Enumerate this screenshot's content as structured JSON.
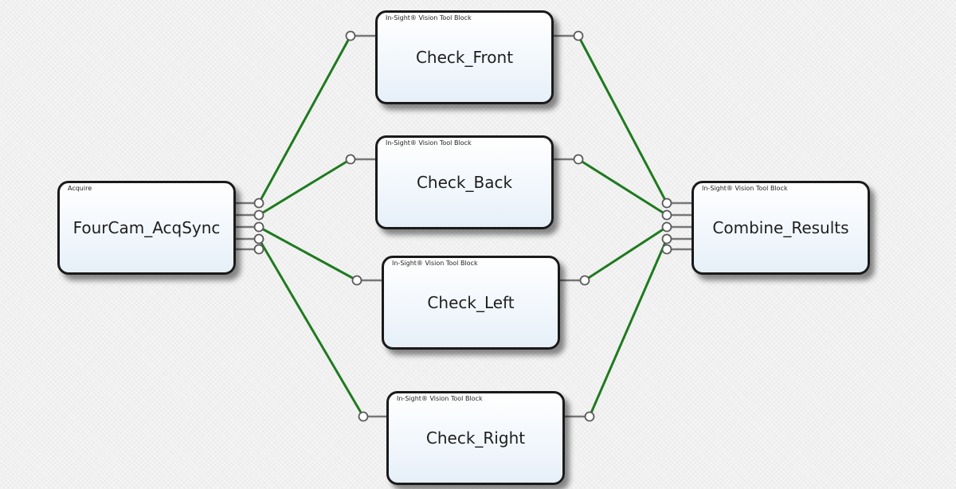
{
  "diagram": {
    "blocks": [
      {
        "id": "acquire",
        "type_label": "Acquire",
        "title": "FourCam_AcqSync"
      },
      {
        "id": "front",
        "type_label": "In-Sight® Vision Tool Block",
        "title": "Check_Front"
      },
      {
        "id": "back",
        "type_label": "In-Sight® Vision Tool Block",
        "title": "Check_Back"
      },
      {
        "id": "left",
        "type_label": "In-Sight® Vision Tool Block",
        "title": "Check_Left"
      },
      {
        "id": "right",
        "type_label": "In-Sight® Vision Tool Block",
        "title": "Check_Right"
      },
      {
        "id": "combine",
        "type_label": "In-Sight® Vision Tool Block",
        "title": "Combine_Results"
      }
    ],
    "connections": [
      {
        "from": "acquire",
        "to": "front"
      },
      {
        "from": "acquire",
        "to": "back"
      },
      {
        "from": "acquire",
        "to": "left"
      },
      {
        "from": "acquire",
        "to": "right"
      },
      {
        "from": "front",
        "to": "combine"
      },
      {
        "from": "back",
        "to": "combine"
      },
      {
        "from": "left",
        "to": "combine"
      },
      {
        "from": "right",
        "to": "combine"
      }
    ],
    "colors": {
      "wire": "#1f7a1f",
      "block_border": "#1a1a1a",
      "block_fill": "#eef4fa",
      "port_fill": "#ffffff"
    }
  }
}
